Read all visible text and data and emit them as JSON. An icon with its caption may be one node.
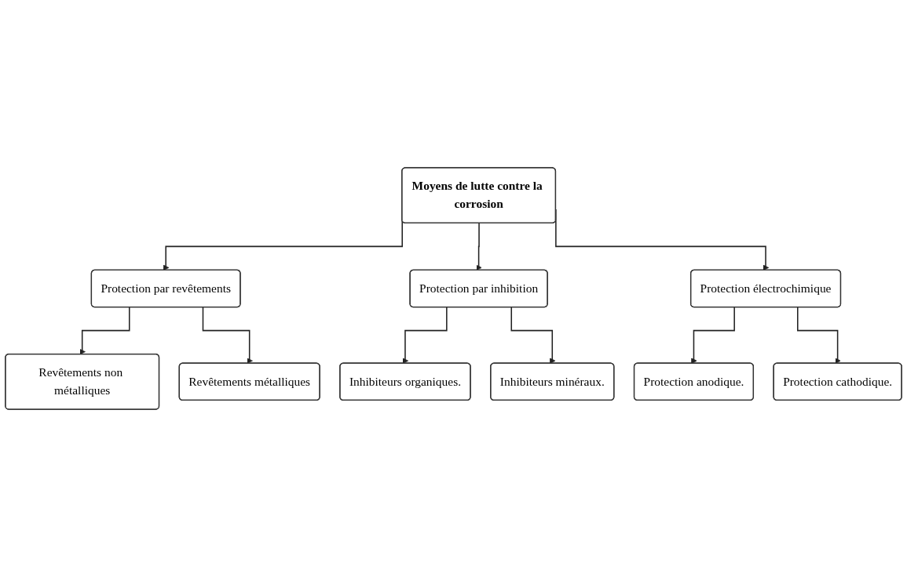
{
  "diagram": {
    "nodes": [
      {
        "text": [
          "Moyens de lutte contre la corrosion"
        ]
      },
      {
        "text": [
          "Protection par revêtements"
        ]
      },
      {
        "text": [
          "Protection par inhibition"
        ]
      },
      {
        "text": [
          "Protection électrochimique"
        ]
      },
      {
        "text": [
          "Revêtements non métalliques"
        ]
      },
      {
        "text": [
          "Revêtements métalliques"
        ]
      },
      {
        "text": [
          "Protection anodique."
        ]
      },
      {
        "text": [
          "Protection cathodique."
        ]
      },
      {
        "text": [
          "Inhibiteurs organiques."
        ]
      },
      {
        "text": [
          "Inhibiteurs minéraux."
        ]
      }
    ],
    "edges": [
      {
        "from": 0,
        "to": 1,
        "arrow": "to"
      },
      {
        "from": 0,
        "to": 2,
        "arrow": "to"
      },
      {
        "from": 0,
        "to": 3,
        "arrow": "to"
      },
      {
        "from": 1,
        "to": 4,
        "arrow": "to"
      },
      {
        "from": 1,
        "to": 5,
        "arrow": "to"
      },
      {
        "from": 3,
        "to": 6,
        "arrow": "to"
      },
      {
        "from": 3,
        "to": 7,
        "arrow": "to"
      },
      {
        "from": 2,
        "to": 8,
        "arrow": "to"
      },
      {
        "from": 2,
        "to": 9,
        "arrow": "to"
      }
    ]
  }
}
